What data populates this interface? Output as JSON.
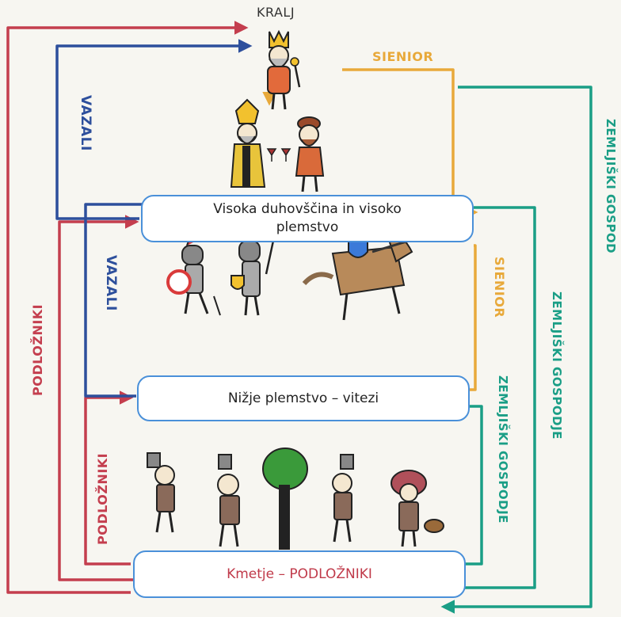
{
  "colors": {
    "vazali": "#2d4f9c",
    "podlozniki": "#c43e4e",
    "senior": "#e8a93a",
    "zemljiski": "#1a9e86",
    "box_border": "#4a90d9"
  },
  "labels": {
    "king": "KRALJ",
    "senior_top": "SIENIOR",
    "senior_mid": "SIENIOR",
    "vazali_top": "VAZALI",
    "vazali_mid": "VAZALI",
    "podlozniki_outer": "PODLOŽNIKI",
    "podlozniki_inner": "PODLOŽNIKI",
    "zemljiski_outer": "ZEMLJIŠKI GOSPOD",
    "zemljiski_mid": "ZEMLJIŠKI GOSPODJE",
    "zemljiski_inner": "ZEMLJIŠKI GOSPODJE"
  },
  "boxes": {
    "top_line1": "Visoka duhovščina in visoko",
    "top_line2": "plemstvo",
    "mid": "Nižje plemstvo – vitezi",
    "bot": "Kmetje – PODLOŽNIKI"
  },
  "icons": [
    "king-icon",
    "bishop-icon",
    "noble-icon",
    "knight-icon",
    "knight-with-sword-icon",
    "knight-on-horse-icon",
    "peasant-icon",
    "tree-icon"
  ]
}
